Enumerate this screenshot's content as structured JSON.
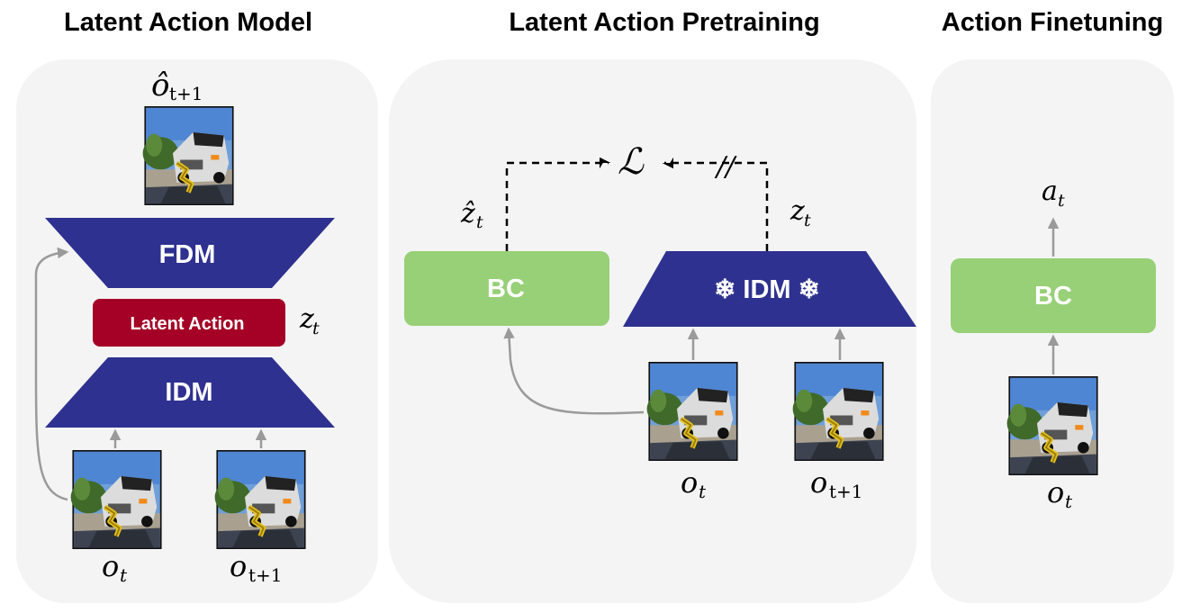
{
  "panels": {
    "lam": {
      "title": "Latent Action Model",
      "fdm_label": "FDM",
      "latent_action_label": "Latent Action",
      "idm_label": "IDM",
      "z_var": "z",
      "z_sub": "t",
      "recon_var": "ô",
      "recon_sub": "t+1",
      "obs_t_var": "o",
      "obs_t_sub": "t",
      "obs_t1_var": "o",
      "obs_t1_sub": "t+1"
    },
    "lap": {
      "title": "Latent Action Pretraining",
      "bc_label": "BC",
      "idm_label": "❄ IDM ❄",
      "loss_symbol": "ℒ",
      "stop_grad_symbol": "//",
      "zhat_var": "ẑ",
      "zhat_sub": "t",
      "z_var": "z",
      "z_sub": "t",
      "obs_t_var": "o",
      "obs_t_sub": "t",
      "obs_t1_var": "o",
      "obs_t1_sub": "t+1"
    },
    "af": {
      "title": "Action Finetuning",
      "bc_label": "BC",
      "a_var": "a",
      "a_sub": "t",
      "obs_t_var": "o",
      "obs_t_sub": "t"
    }
  },
  "colors": {
    "panel_bg": "#f4f4f4",
    "block_navy": "#2e3190",
    "block_green": "#97d077",
    "block_red": "#a50025",
    "arrow_gray": "#9a9a9a",
    "dashed_black": "#000000"
  },
  "icons": [
    "robot-car-image-thumbnail",
    "snowflake-icon"
  ]
}
